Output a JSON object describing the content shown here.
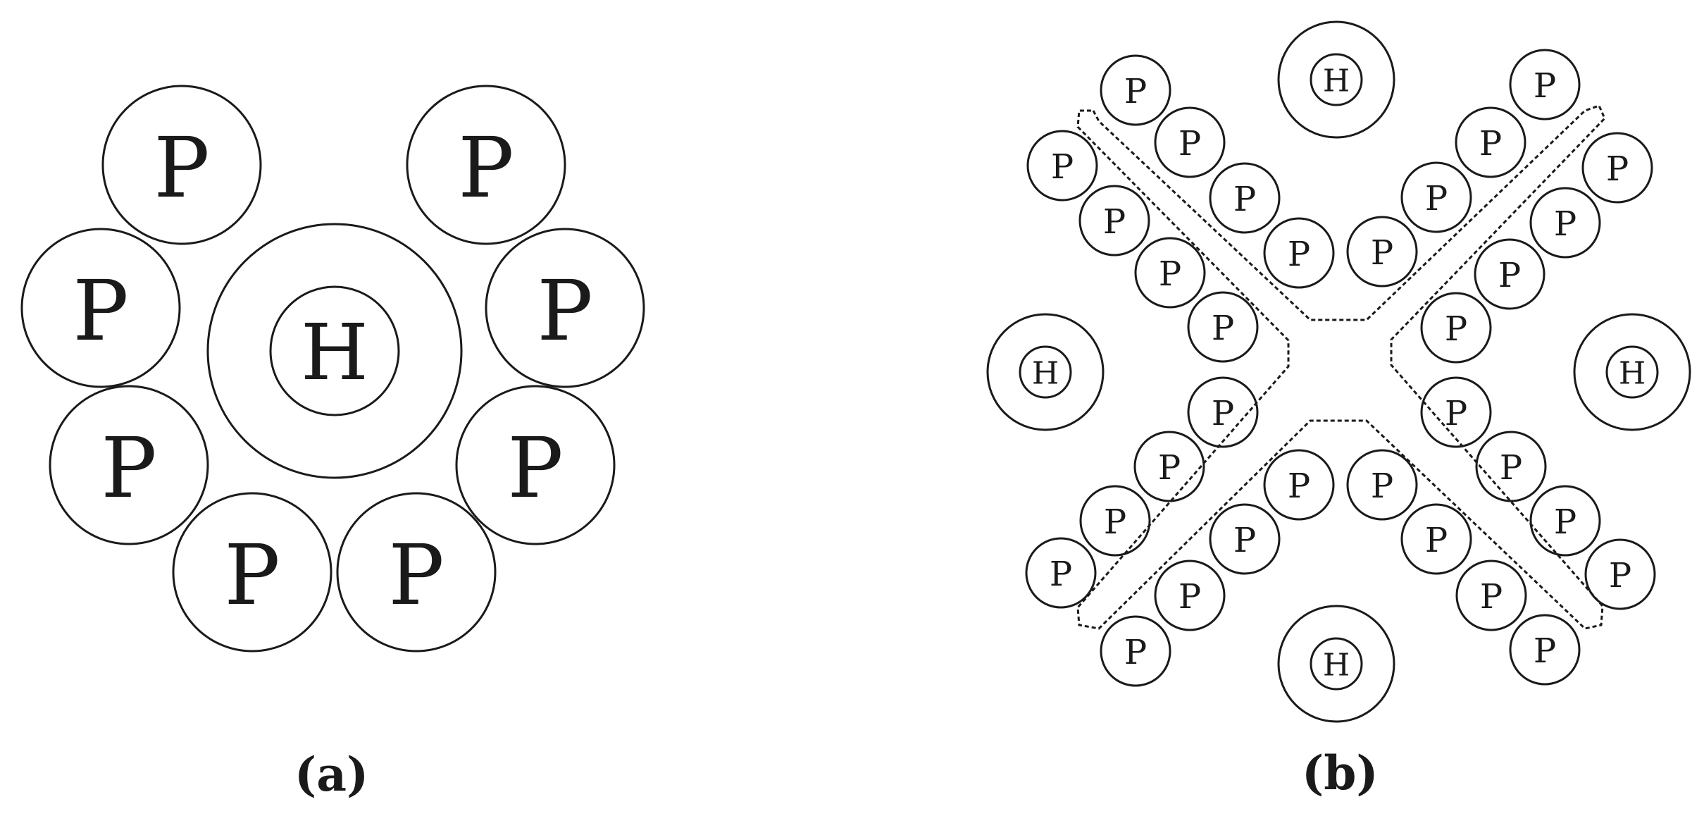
{
  "panel_a": {
    "caption": "(a)",
    "host_label": "H",
    "particle_label": "P"
  },
  "panel_b": {
    "caption": "(b)",
    "host_label": "H",
    "particle_label": "P"
  },
  "colors": {
    "stroke": "#1a1a1a",
    "background": "#ffffff"
  }
}
